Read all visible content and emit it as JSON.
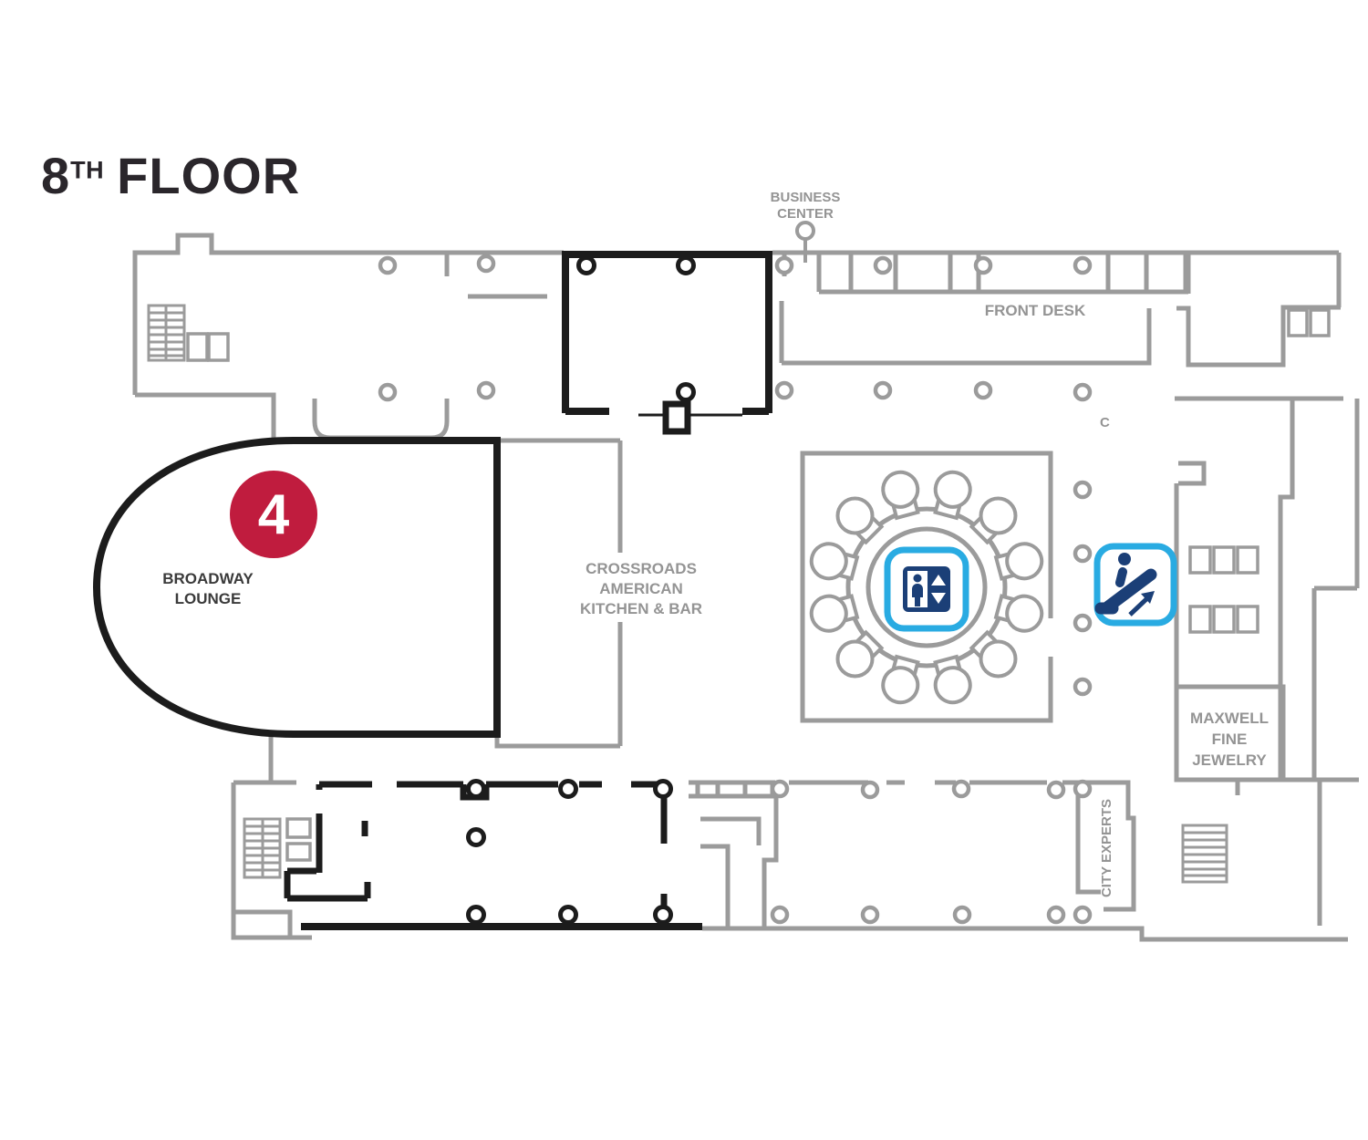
{
  "page": {
    "title": {
      "number": "8",
      "ordinal": "TH",
      "word": "FLOOR"
    }
  },
  "marker": {
    "number": "4"
  },
  "labels": {
    "business_center": [
      "BUSINESS",
      "CENTER"
    ],
    "front_desk": "FRONT DESK",
    "broadway_lounge": [
      "BROADWAY",
      "LOUNGE"
    ],
    "crossroads": [
      "CROSSROADS",
      "AMERICAN",
      "KITCHEN & BAR"
    ],
    "maxwell_fine_jewelry": [
      "MAXWELL",
      "FINE",
      "JEWELRY"
    ],
    "city_experts": "CITY EXPERTS",
    "stray_mark": "C"
  },
  "icons": {
    "elevator": "elevator-icon",
    "escalator": "escalator-icon"
  },
  "colors": {
    "marker_red": "#c01c3e",
    "icon_navy": "#1b3f77",
    "icon_cyan": "#29abe2",
    "wall_gray": "#9b9b9b",
    "wall_black": "#1c1c1c",
    "label_gray": "#949494",
    "title_dark": "#2a262b"
  }
}
